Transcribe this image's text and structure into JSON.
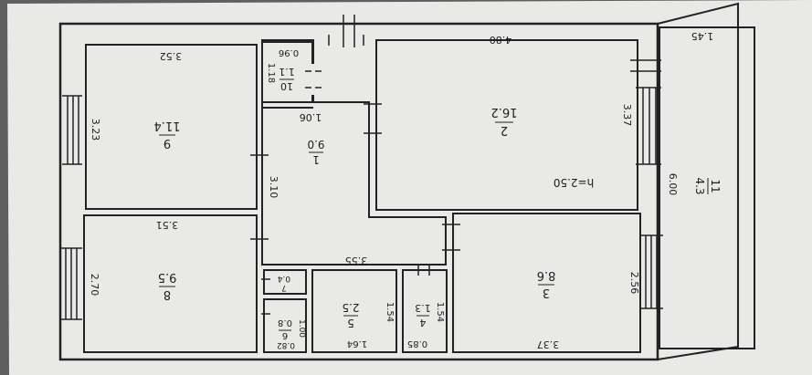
{
  "colors": {
    "paper": "#e9e9e7",
    "ink": "#222222",
    "shadow": "#4a4a4a"
  },
  "rooms": [
    {
      "id": "1",
      "number": "1",
      "area": "9.0"
    },
    {
      "id": "2",
      "number": "2",
      "area": "16.2",
      "height_note": "h=2.50"
    },
    {
      "id": "3",
      "number": "3",
      "area": "8.6"
    },
    {
      "id": "4",
      "number": "4",
      "area": "1.3"
    },
    {
      "id": "5",
      "number": "5",
      "area": "2.5"
    },
    {
      "id": "6",
      "number": "6",
      "area": "0.8"
    },
    {
      "id": "7",
      "number": "7",
      "area": "0.4"
    },
    {
      "id": "8",
      "number": "8",
      "area": "9.5"
    },
    {
      "id": "9",
      "number": "9",
      "area": "11.4"
    },
    {
      "id": "10",
      "number": "10",
      "area": "1.1"
    },
    {
      "id": "11",
      "number": "11",
      "area": "4.3"
    }
  ],
  "dimensions": {
    "r9_width": "3.52",
    "r9_height": "3.23",
    "r10_width": "0.96",
    "r10_height": "1.18",
    "r1_width": "1.06",
    "r1_height": "3.10",
    "r2_width": "4.80",
    "r2_height": "3.37",
    "r11_width": "1.45",
    "r11_height": "6.00",
    "r8_width": "3.51",
    "r8_height": "2.70",
    "r1_bottom": "3.55",
    "r3_height": "2.56",
    "r3_width": "3.37",
    "r5_height": "1.54",
    "r5_width": "1.64",
    "r4_height": "1.54",
    "r4_width": "0.85",
    "r6_height": "1.00",
    "r6_width": "0.82"
  }
}
